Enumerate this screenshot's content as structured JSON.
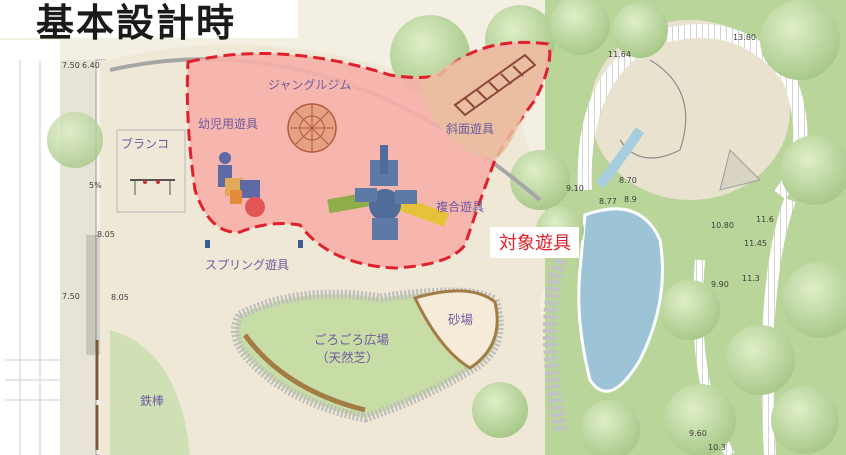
{
  "title": "基本設計時",
  "target_label": "対象遊具",
  "facilities": {
    "jungle_gym": "ジャングルジム",
    "toddler_play": "幼児用遊具",
    "slope_play": "斜面遊具",
    "swing": "ブランコ",
    "combo_play": "複合遊具",
    "spring_play": "スプリング遊具",
    "lawn_plaza_1": "ごろごろ広場",
    "lawn_plaza_2": "（天然芝）",
    "sandbox": "砂場",
    "iron_bar": "鉄棒"
  },
  "elevations": {
    "e1": "7.50",
    "e2": "6.40",
    "e3": "5%",
    "e4": "8.05",
    "e5": "7.50",
    "e6": "8.05",
    "e7": "11.64",
    "e8": "13.80",
    "e9": "8.70",
    "e10": "9.10",
    "e11": "8.77",
    "e12": "8.9",
    "e13": "10.80",
    "e14": "11.6",
    "e15": "11.45",
    "e16": "9.90",
    "e17": "11.3",
    "e18": "9.60",
    "e19": "10.3"
  },
  "colors": {
    "target_zone_fill": "#f6b0aa",
    "target_zone_border": "#e0202a",
    "label_text": "#6e5aa0",
    "lawn": "#c8dca6",
    "path": "#ece5d2",
    "pond": "#9cc4d6"
  },
  "icons": [
    "jungle-gym-dome-icon",
    "slope-net-icon",
    "toddler-slide-icon",
    "swing-frame-icon",
    "combo-structure-icon",
    "spring-rider-icon",
    "tree-icon"
  ]
}
